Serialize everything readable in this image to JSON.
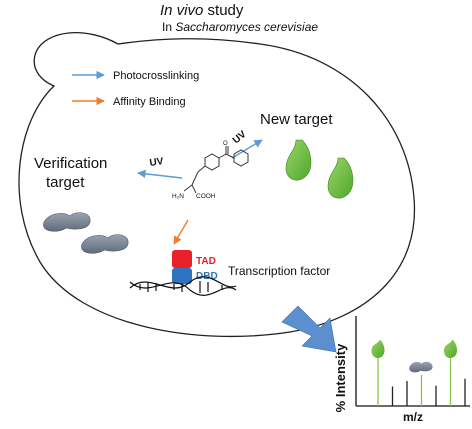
{
  "header": {
    "title_italic": "In vivo",
    "title_rest": " study",
    "subtitle_prefix": "In ",
    "subtitle_organism": "Saccharomyces cerevisiae"
  },
  "legend": {
    "items": [
      {
        "label": "Photocrosslinking",
        "color": "#5b9bd5"
      },
      {
        "label": "Affinity Binding",
        "color": "#ed7d31"
      }
    ]
  },
  "labels": {
    "new_target": "New target",
    "verification_line1": "Verification",
    "verification_line2": "target",
    "uv_left": "UV",
    "uv_right": "UV",
    "tad": "TAD",
    "dbd": "DBD",
    "transcription_factor": "Transcription factor",
    "molecule_amine": "H₂N",
    "molecule_acid": "COOH"
  },
  "spectrum": {
    "ylabel": "% Intensity",
    "xlabel": "m/z",
    "peaks": [
      {
        "height": 0.62,
        "color": "#8bc34a",
        "marker": "green-drop"
      },
      {
        "height": 0.25,
        "color": "#222222",
        "marker": "none"
      },
      {
        "height": 0.32,
        "color": "#222222",
        "marker": "none"
      },
      {
        "height": 0.4,
        "color": "#8bc34a",
        "marker": "grey-protein"
      },
      {
        "height": 0.26,
        "color": "#222222",
        "marker": "none"
      },
      {
        "height": 0.62,
        "color": "#8bc34a",
        "marker": "green-drop"
      },
      {
        "height": 0.35,
        "color": "#222222",
        "marker": "none"
      }
    ]
  },
  "colors": {
    "green": "#6cbf3f",
    "grey_protein": "#7f8a9a",
    "tad_red": "#e8202a",
    "dbd_blue": "#2f74c0",
    "big_arrow": "#5b8fd0"
  }
}
